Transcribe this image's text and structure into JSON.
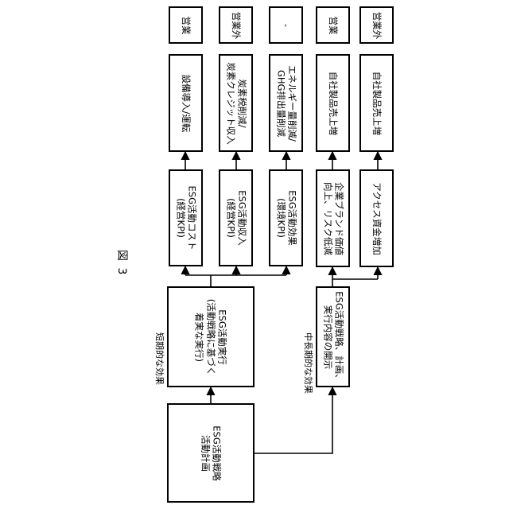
{
  "figure_label": "図 3",
  "section_labels": {
    "short_term": "短期的な効果",
    "mid_long_term": "中長期的な効果"
  },
  "boxes": {
    "strategy": "ESG活動戦略\n活動計画",
    "execution": "ESG活動実行\n(活動戦略に基づく\n着実な実行)",
    "disclosure": "ESG活動戦略、計画、\n実行内容の開示",
    "cost": "ESG活動コスト\n(経営KPI)",
    "revenue": "ESG活動収入\n(経営KPI)",
    "effect": "ESG活動効果\n(環境KPI)",
    "brand": "企業ブランド価値\n向上、リスク低減",
    "access": "アクセス資金増加",
    "equipment": "設備導入/運転",
    "carbon": "炭素税削減/\n炭素クレジット収入",
    "energy": "エネルギー量削減/\nGHG排出量削減",
    "sales1": "自社製品売上増",
    "sales2": "自社製品売上増",
    "r1": "営業",
    "r2": "営業外",
    "r3": "-",
    "r4": "営業",
    "r5": "営業外"
  }
}
